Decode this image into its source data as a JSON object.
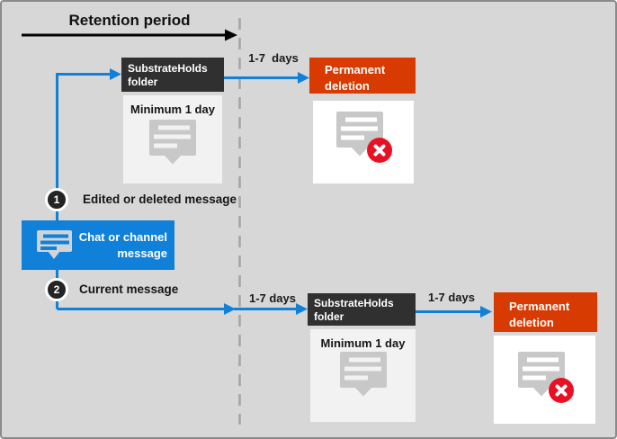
{
  "header": {
    "title": "Retention period"
  },
  "steps": [
    {
      "number": "1",
      "label": "Edited or deleted message"
    },
    {
      "number": "2",
      "label": "Current message"
    }
  ],
  "source": {
    "label": "Chat or channel message"
  },
  "flow_top": {
    "substrate": {
      "title": "SubstrateHolds folder",
      "duration": "Minimum 1 day"
    },
    "arrow_label": "1-7  days",
    "deletion": {
      "title": "Permanent deletion"
    }
  },
  "flow_bottom": {
    "arrow_label_in": "1-7 days",
    "substrate": {
      "title": "SubstrateHolds folder",
      "duration": "Minimum 1 day"
    },
    "arrow_label_out": "1-7 days",
    "deletion": {
      "title": "Permanent deletion"
    }
  },
  "icons": {
    "message": "speech-bubble-message-icon",
    "deleted_message": "speech-bubble-message-icon-with-red-x-badge",
    "chat_source": "speech-bubble-message-icon-on-blue",
    "timeline_arrow": "black-right-arrow",
    "divider": "vertical-dashed-divider"
  },
  "colors": {
    "background": "#d7d7d7",
    "border": "#8a8a8a",
    "accent_blue": "#1080d8",
    "dark_header": "#303030",
    "orange_deletion": "#d83b01",
    "red_badge": "#e81123",
    "light_panel": "#f2f2f2",
    "white_panel": "#ffffff",
    "dashed_divider": "#a6a6a6",
    "icon_gray": "#c8c8c8",
    "step_circle": "#242424"
  }
}
